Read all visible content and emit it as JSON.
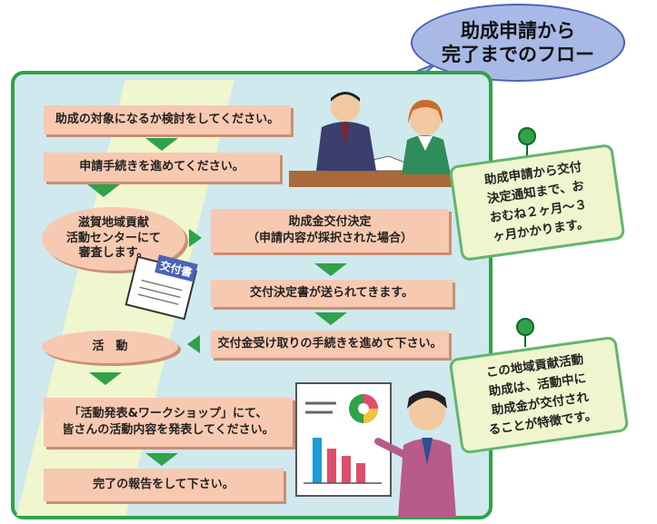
{
  "bubble": {
    "line1": "助成申請から",
    "line2": "完了までのフロー"
  },
  "steps": {
    "s1": "助成の対象になるか検討をしてください。",
    "s2": "申請手続きを進めてください。",
    "review_line1": "滋賀地域貢献",
    "review_line2": "活動センターにて",
    "review_line3": "審査します。",
    "decision_line1": "助成金交付決定",
    "decision_line2": "（申請内容が採択された場合）",
    "letter": "交付決定書が送られてきます。",
    "receipt": "交付金受け取りの手続きを進めて下さい。",
    "activity": "活　動",
    "workshop_line1": "「活動発表&ワークショップ」にて、",
    "workshop_line2": "皆さんの活動内容を発表してください。",
    "report": "完了の報告をして下さい。"
  },
  "document_label": "交付書",
  "notes": {
    "n1": [
      "助成申請から交付",
      "決定通知まで、お",
      "おむね２ヶ月〜３",
      "ヶ月かかります。"
    ],
    "n2": [
      "この地域貢献活動",
      "助成は、活動中に",
      "助成金が交付され",
      "ることが特徴です。"
    ]
  },
  "colors": {
    "panel_border": "#2fa24a",
    "panel_fill": "#cfe9ef",
    "step_fill": "#f8c9b1",
    "bubble_fill": "#a9b9e6",
    "note_fill": "#eff6cf"
  },
  "icons": [
    "meeting-people-illustration",
    "document-icon",
    "presenter-illustration",
    "pin-icon"
  ]
}
